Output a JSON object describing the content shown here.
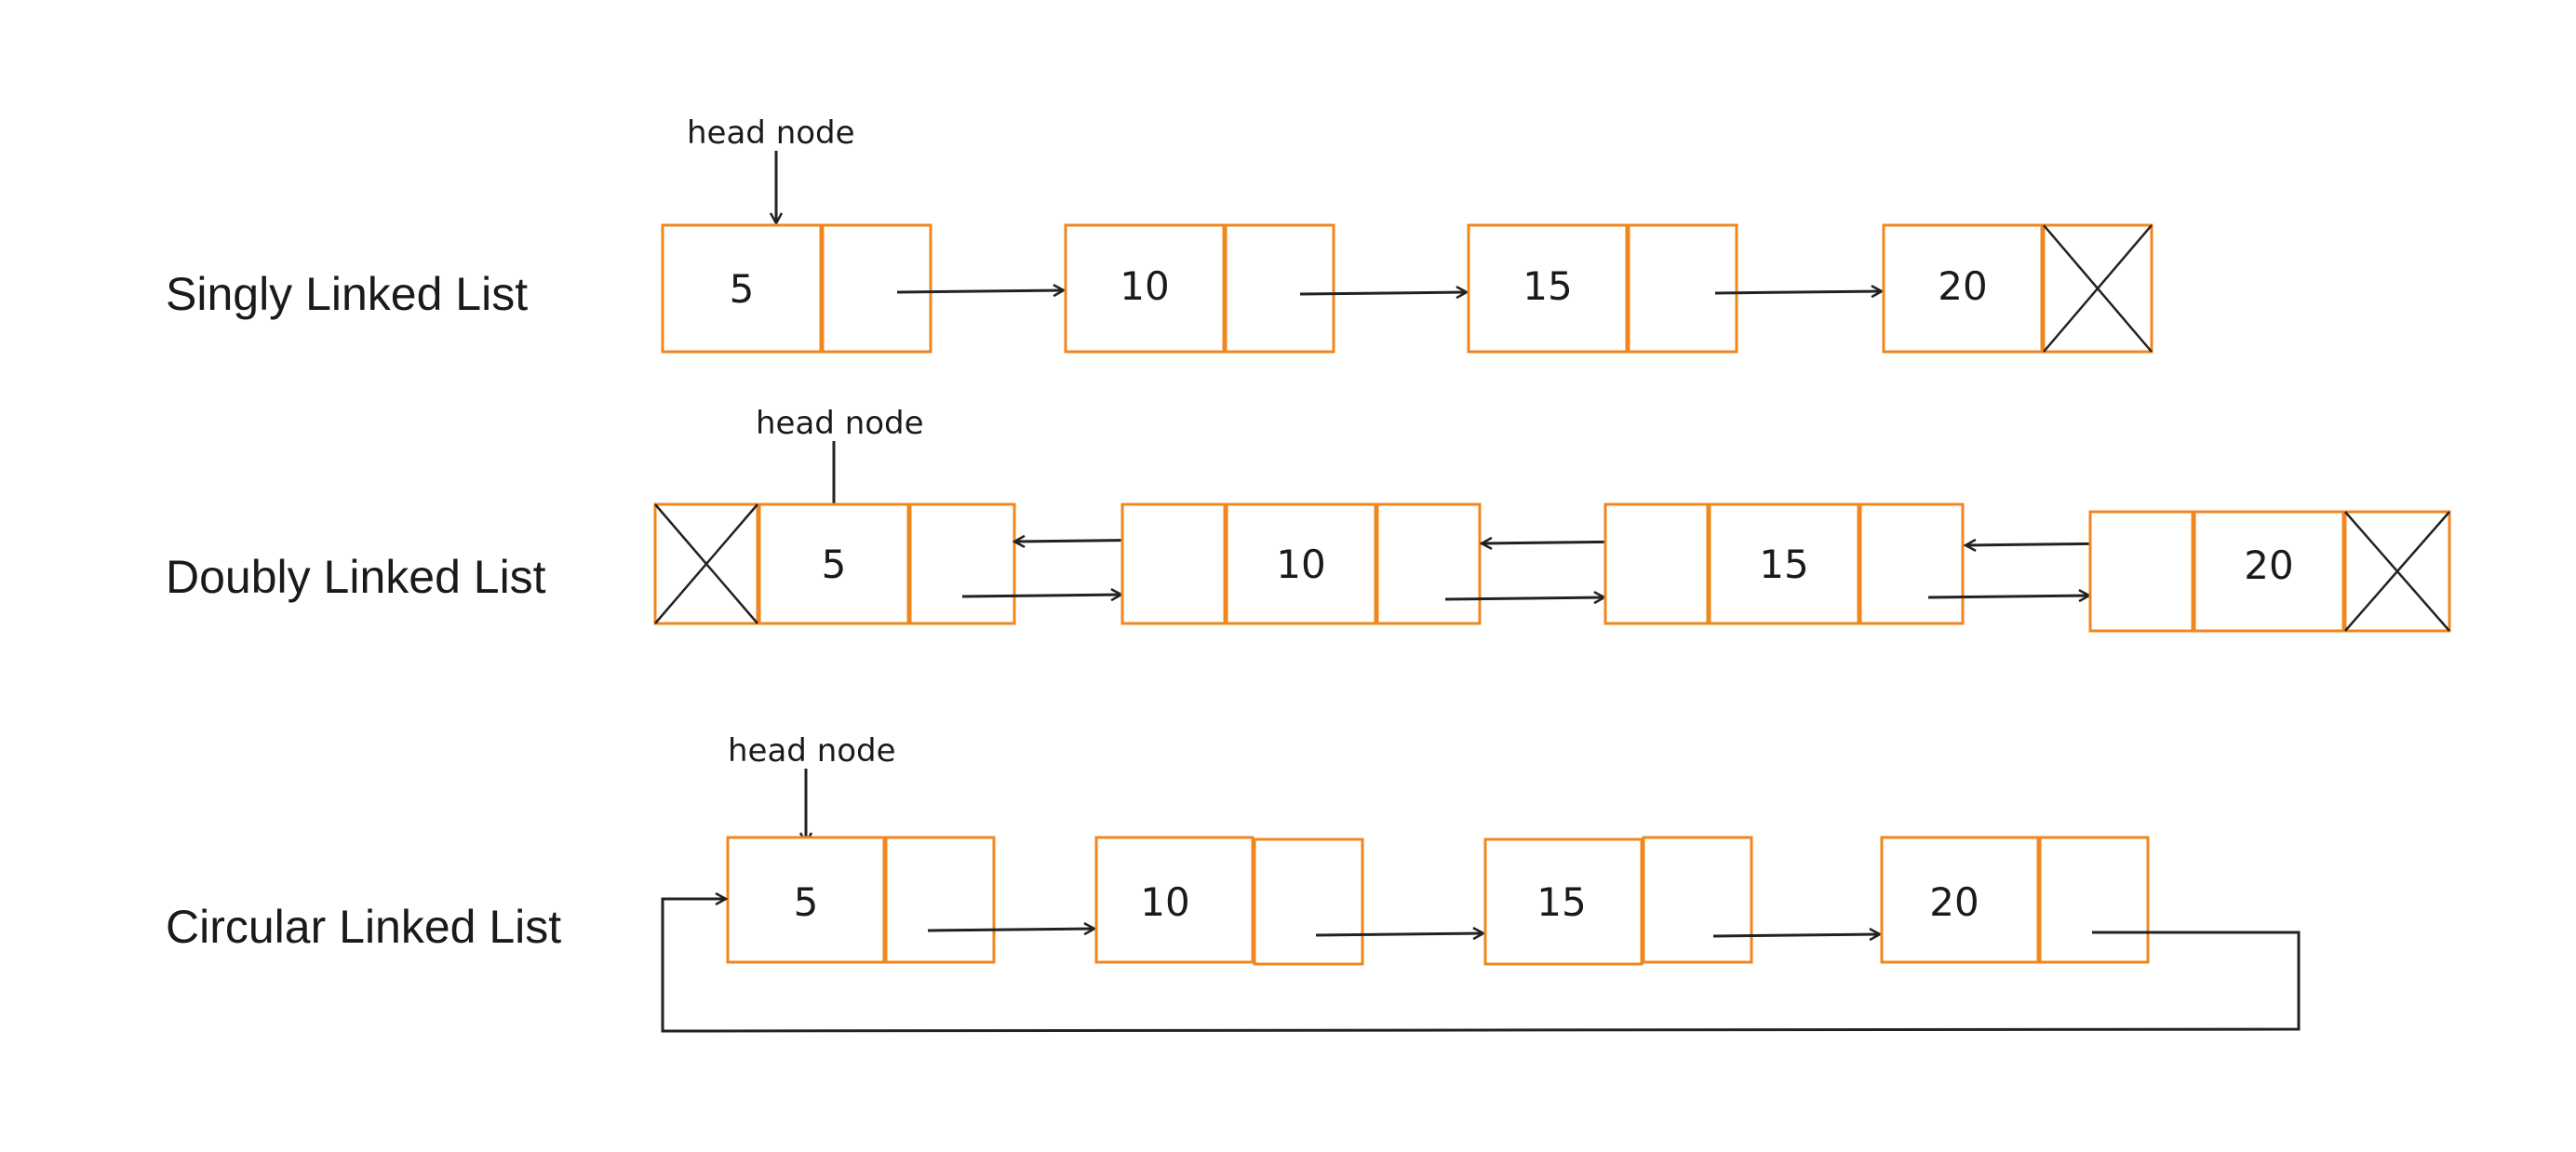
{
  "colors": {
    "node_border": "#f0871e",
    "arrow": "#222222",
    "text": "#1a1a1a",
    "background": "#ffffff"
  },
  "head_label": "head node",
  "lists": [
    {
      "label": "Singly Linked List",
      "nodes": [
        "5",
        "10",
        "15",
        "20"
      ]
    },
    {
      "label": "Doubly Linked List",
      "nodes": [
        "5",
        "10",
        "15",
        "20"
      ]
    },
    {
      "label": "Circular Linked List",
      "nodes": [
        "5",
        "10",
        "15",
        "20"
      ]
    }
  ]
}
